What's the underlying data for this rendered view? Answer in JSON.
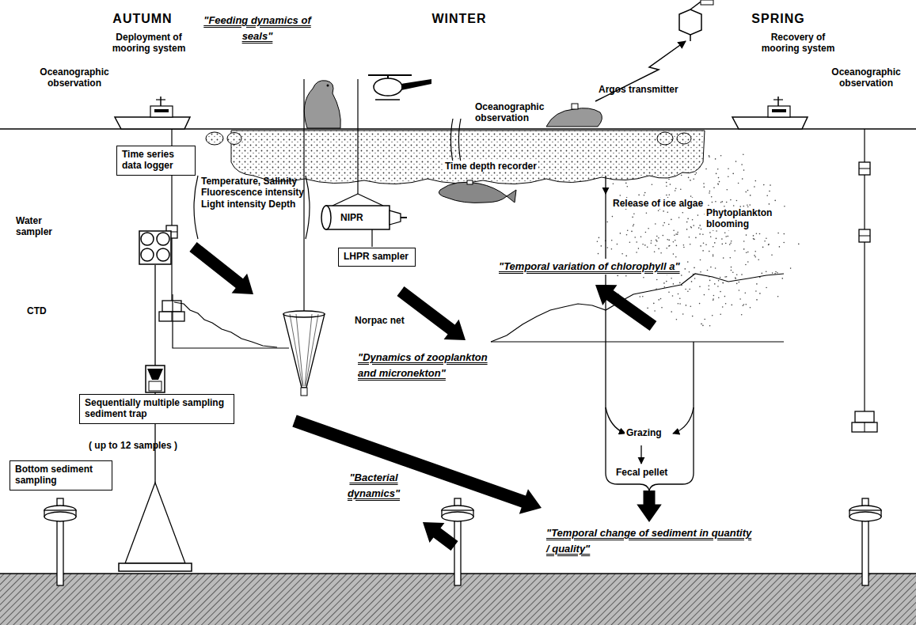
{
  "diagram": {
    "nodes": [
      {
        "text": [
          "Time series data logger"
        ]
      },
      {
        "text": [
          "LHPR sampler"
        ]
      },
      {
        "text": [
          "Sequentially multiple sampling sediment trap"
        ]
      },
      {
        "text": [
          "Bottom sediment sampling"
        ]
      }
    ],
    "labels": [
      "AUTUMN",
      "WINTER",
      "SPRING",
      "\"Feeding dynamics of seals\"",
      "Deployment of mooring system",
      "Oceanographic observation",
      "Argos transmitter",
      "Recovery of mooring system",
      "Oceanographic observation",
      "Oceanographic observation",
      "Temperature, Salinity Fluorescence intensity Light intensity Depth",
      "Water sampler",
      "CTD",
      "NIPR",
      "Time depth recorder",
      "Release of ice algae",
      "Phytoplankton blooming",
      "\"Temporal variation of chlorophyll a\"",
      "Norpac net",
      "\"Dynamics of zooplankton and micronekton\"",
      "Grazing",
      "Fecal pellet",
      "( up to 12 samples )",
      "\"Temporal change of sediment in quantity / quality\"",
      "\"Bacterial dynamics\""
    ]
  }
}
